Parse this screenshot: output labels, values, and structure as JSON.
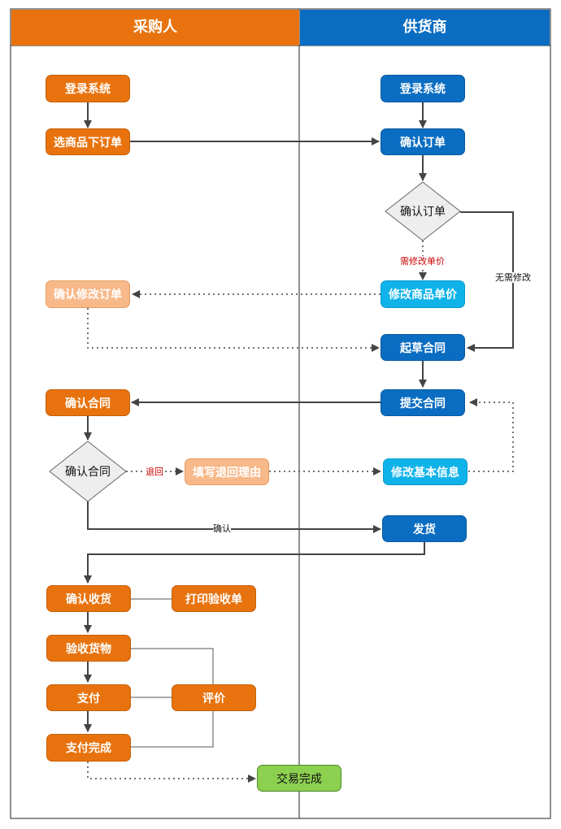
{
  "lanes": {
    "buyer": {
      "title": "采购人",
      "color": "#e8730e"
    },
    "supplier": {
      "title": "供货商",
      "color": "#0a6dc2"
    }
  },
  "nodes": {
    "buyer_login": "登录系统",
    "buyer_select_order": "选商品下订单",
    "buyer_confirm_modified_order": "确认修改订单",
    "buyer_confirm_contract": "确认合同",
    "buyer_confirm_contract_decision": "确认合同",
    "buyer_fill_return_reason": "填写退回理由",
    "buyer_confirm_receipt": "确认收货",
    "buyer_print_receipt": "打印验收单",
    "buyer_inspect_goods": "验收货物",
    "buyer_pay": "支付",
    "buyer_review": "评价",
    "buyer_payment_done": "支付完成",
    "trade_done": "交易完成",
    "supplier_login": "登录系统",
    "supplier_confirm_order": "确认订单",
    "supplier_confirm_order_decision": "确认订单",
    "supplier_modify_price": "修改商品单价",
    "supplier_draft_contract": "起草合同",
    "supplier_submit_contract": "提交合同",
    "supplier_modify_info": "修改基本信息",
    "supplier_ship": "发货"
  },
  "edge_labels": {
    "need_price_change": "需修改单价",
    "no_change_needed": "无需修改",
    "return": "退回",
    "confirm": "确认"
  },
  "colors": {
    "orange": "#e8730e",
    "light_orange": "#f7b98a",
    "blue": "#0a6dc2",
    "light_blue": "#0fb3ea",
    "green": "#8cd050",
    "diamond_fill": "#eeeeee",
    "line": "#444444",
    "label_red": "#cc0000"
  }
}
